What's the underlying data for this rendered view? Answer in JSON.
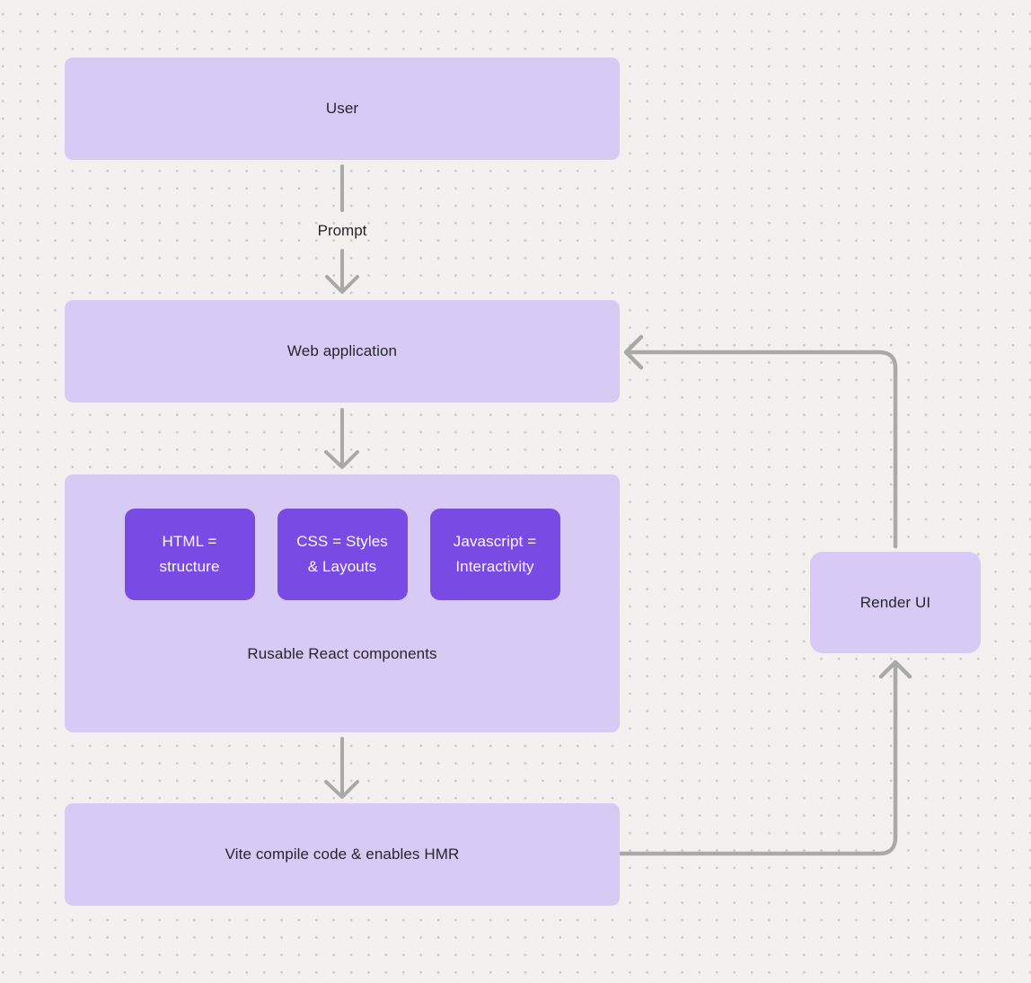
{
  "colors": {
    "background": "#f2f1ef",
    "dot": "#c9c6c3",
    "node_fill": "#d7cbf5",
    "chip_fill": "#7a4be4",
    "arrow": "#a9a9a9",
    "text_dark": "#26262b",
    "text_light": "#fafaff"
  },
  "nodes": {
    "user": {
      "label": "User"
    },
    "web_app": {
      "label": "Web application"
    },
    "components": {
      "chips": [
        {
          "label": "HTML =\nstructure"
        },
        {
          "label": "CSS = Styles\n& Layouts"
        },
        {
          "label": "Javascript =\nInteractivity"
        }
      ],
      "caption": "Rusable React components"
    },
    "vite": {
      "label": "Vite compile code & enables HMR"
    },
    "render_ui": {
      "label": "Render UI"
    }
  },
  "edges": {
    "prompt_label": "Prompt",
    "list": [
      {
        "from": "user",
        "to": "web_app",
        "label": "Prompt"
      },
      {
        "from": "web_app",
        "to": "components",
        "label": ""
      },
      {
        "from": "components",
        "to": "vite",
        "label": ""
      },
      {
        "from": "vite",
        "to": "render_ui",
        "label": ""
      },
      {
        "from": "render_ui",
        "to": "web_app",
        "label": ""
      }
    ]
  }
}
